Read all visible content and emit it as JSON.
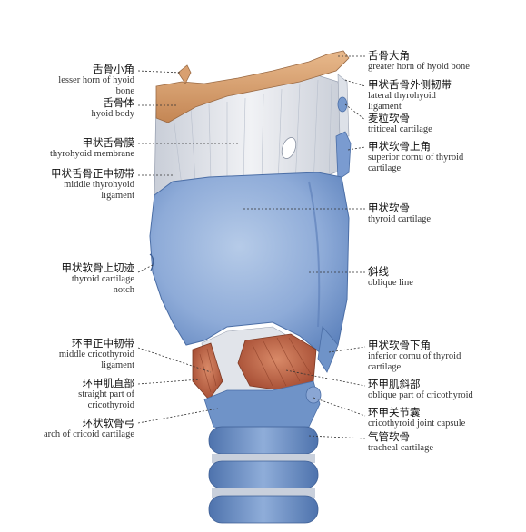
{
  "labels": {
    "lesser_horn": {
      "zh": "舌骨小角",
      "en": [
        "lesser horn of hyoid",
        "bone"
      ]
    },
    "hyoid_body": {
      "zh": "舌骨体",
      "en": [
        "hyoid body"
      ]
    },
    "thyrohyoid_membrane": {
      "zh": "甲状舌骨膜",
      "en": [
        "thyrohyoid membrane"
      ]
    },
    "middle_thyrohyoid": {
      "zh": "甲状舌骨正中韧带",
      "en": [
        "middle thyrohyoid",
        "ligament"
      ]
    },
    "thyroid_notch": {
      "zh": "甲状软骨上切迹",
      "en": [
        "thyroid cartilage",
        "notch"
      ]
    },
    "middle_cricothyroid": {
      "zh": "环甲正中韧带",
      "en": [
        "middle cricothyroid",
        "ligament"
      ]
    },
    "straight_part": {
      "zh": "环甲肌直部",
      "en": [
        "straight part of",
        "cricothyroid"
      ]
    },
    "cricoid_arch": {
      "zh": "环状软骨弓",
      "en": [
        "arch of cricoid cartilage"
      ]
    },
    "greater_horn": {
      "zh": "舌骨大角",
      "en": [
        "greater horn of hyoid bone"
      ]
    },
    "lateral_thyrohyoid": {
      "zh": "甲状舌骨外侧韧带",
      "en": [
        "lateral thyrohyoid",
        "ligament"
      ]
    },
    "triticeal": {
      "zh": "麦粒软骨",
      "en": [
        "triticeal cartilage"
      ]
    },
    "superior_cornu": {
      "zh": "甲状软骨上角",
      "en": [
        "superior cornu of thyroid",
        "cartilage"
      ]
    },
    "thyroid_cartilage": {
      "zh": "甲状软骨",
      "en": [
        "thyroid cartilage"
      ]
    },
    "oblique_line": {
      "zh": "斜线",
      "en": [
        "oblique line"
      ]
    },
    "inferior_cornu": {
      "zh": "甲状软骨下角",
      "en": [
        "inferior cornu of thyroid",
        "cartilage"
      ]
    },
    "oblique_part": {
      "zh": "环甲肌斜部",
      "en": [
        "oblique part of cricothyroid"
      ]
    },
    "joint_capsule": {
      "zh": "环甲关节囊",
      "en": [
        "cricothyroid joint capsule"
      ]
    },
    "tracheal": {
      "zh": "气管软骨",
      "en": [
        "tracheal cartilage"
      ]
    }
  },
  "colors": {
    "bone": "#d9a070",
    "membrane": "#e4e7ee",
    "cartilage": "#6f93c8",
    "cartilage_light": "#a9c0e2",
    "muscle": "#c5694a"
  }
}
